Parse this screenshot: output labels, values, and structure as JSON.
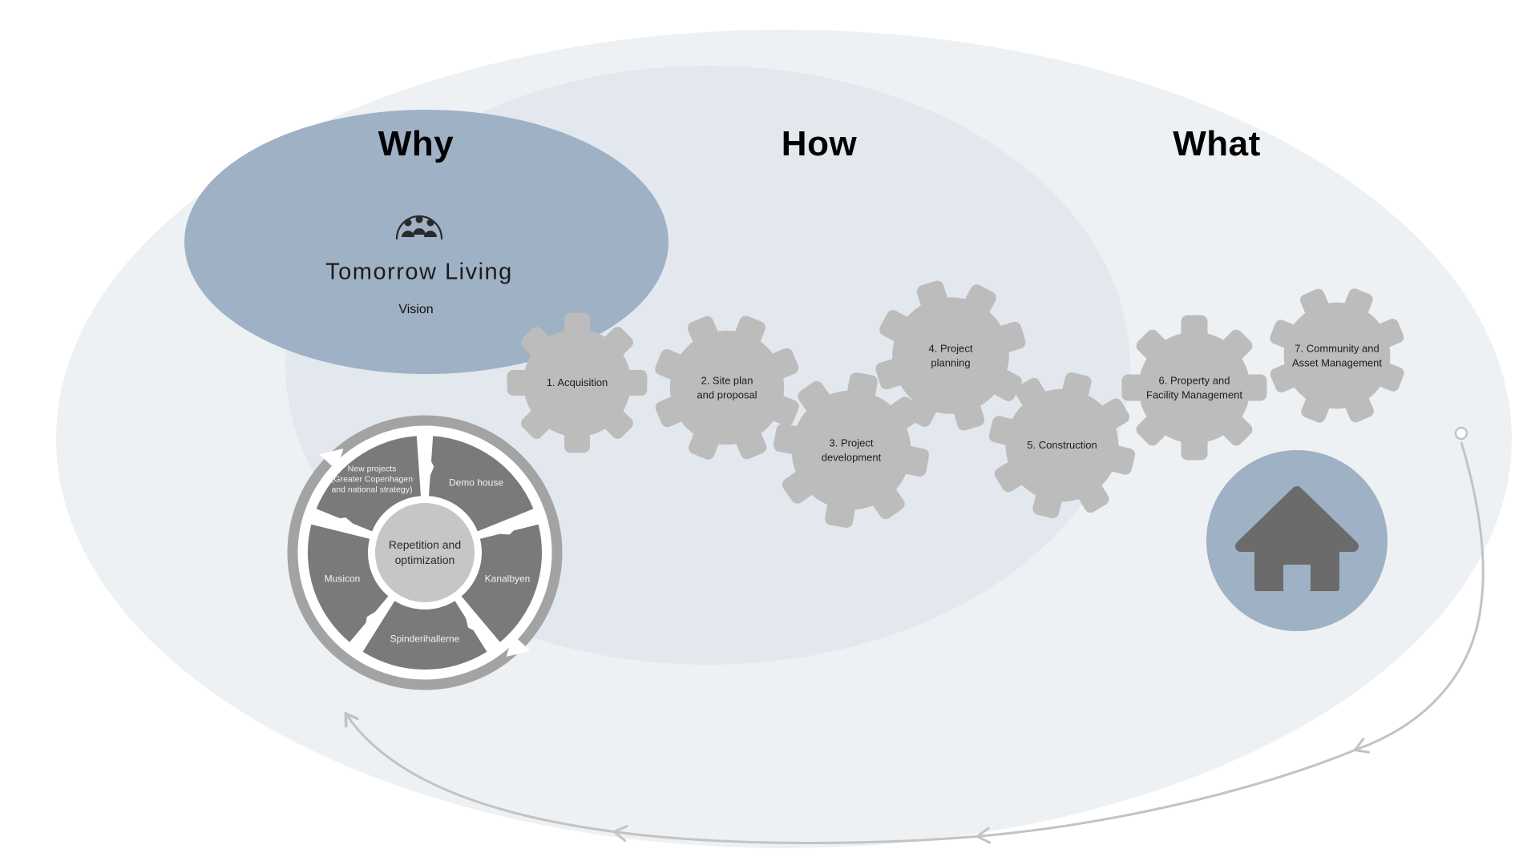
{
  "headers": {
    "why": "Why",
    "how": "How",
    "what": "What"
  },
  "vision": {
    "brand": "Tomorrow Living",
    "label": "Vision"
  },
  "gears": [
    {
      "label": "1. Acquisition"
    },
    {
      "label": "2. Site plan\nand proposal"
    },
    {
      "label": "3. Project\ndevelopment"
    },
    {
      "label": "4. Project\nplanning"
    },
    {
      "label": "5. Construction"
    },
    {
      "label": "6. Property and\nFacility Management"
    },
    {
      "label": "7. Community and\nAsset Management"
    }
  ],
  "cycle": {
    "center": "Repetition and\noptimization",
    "segments": [
      "New projects\n(Greater Copenhagen\nand national strategy)",
      "Demo house",
      "Kanalbyen",
      "Spinderihallerne",
      "Musicon"
    ]
  },
  "colors": {
    "why_ellipse": "#9fb1c4",
    "how_ellipse": "#e3e8ef",
    "what_ellipse": "#eef1f4",
    "gear": "#bcbcbc",
    "cycle_ring": "#a3a3a3",
    "cycle_segment": "#7a7a7a",
    "cycle_center": "#c6c6c6",
    "house_circle": "#9fb1c4",
    "house": "#6b6b6b",
    "arrow": "#c3c3c3",
    "logo_ink": "#2a2a2a"
  }
}
